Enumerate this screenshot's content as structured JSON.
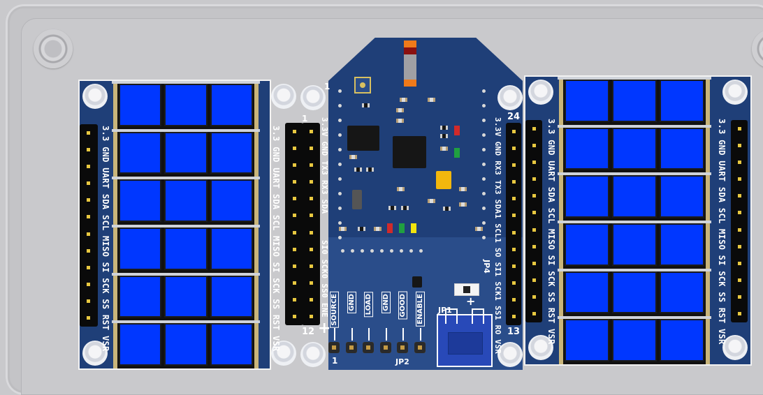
{
  "left_board_labels": {
    "outer": "3.3 GND  UART  SDA SCL MISO SI SCK SS RST VSR",
    "inner": "3.3 GND  UART  SDA SCL MISO SI SCK SS RST VSR"
  },
  "right_board_labels": {
    "outer": "3.3 GND  UART  SDA SCL MISO SI SCK SS RST VSR",
    "inner": "3.3 GND  UART  SDA SCL MISO SI SCK SS RST VSR"
  },
  "center_board": {
    "left_col_top": "3.3V GND TX3 RX3 SDA",
    "left_col_bottom": "SI0 SCK0 SS0 ENE",
    "right_col": "3.3V GND RX3 TX3 SDA1 SCL1 SO SI1 SCK1 SS1 RO VSR",
    "pin_1": "1",
    "pin_12": "12",
    "pin_13": "13",
    "pin_24": "24",
    "plus": "+",
    "plus2": "+",
    "jp4": "JP4",
    "jp1": "JP1",
    "jp2": "JP2",
    "jp2_pin1": "1",
    "header_labels": [
      "SOURCE",
      "GND",
      "LOAD",
      "GND",
      "GOOD",
      "ENABLE"
    ]
  },
  "colors": {
    "pcb": "#1f3f78",
    "lcd": "#0037ff",
    "pin_gold": "#e8c840",
    "enclosure": "#c9c9cc"
  }
}
